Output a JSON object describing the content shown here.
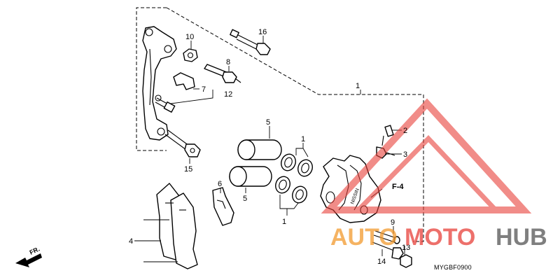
{
  "callouts": {
    "c1a": "1",
    "c1b": "1",
    "c1c": "1",
    "c2": "2",
    "c3": "3",
    "c4": "4",
    "c5a": "5",
    "c5b": "5",
    "c6": "6",
    "c7": "7",
    "c8": "8",
    "c9": "9",
    "c10": "10",
    "c12": "12",
    "c13": "13",
    "c14": "14",
    "c15": "15",
    "c16": "16"
  },
  "reference": {
    "fitting_code": "F-4"
  },
  "direction_label": "FR.",
  "diagram_code": "MYGBF0900",
  "watermark": {
    "part1": "AUTO",
    "part2": "MOTO",
    "part3": "HUB",
    "colors": {
      "red": "#e8413a",
      "orange": "#f29a2e",
      "gray": "#555555"
    }
  }
}
